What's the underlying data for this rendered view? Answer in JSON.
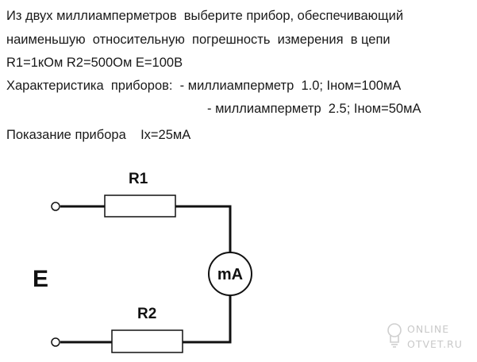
{
  "problem": {
    "line1": "Из двух миллиамперметров  выберите прибор, обеспечивающий",
    "line2": "наименьшую  относительную  погрешность  измерения  в цепи",
    "line3": "R1=1кОм R2=500Ом E=100В",
    "line4": "Характеристика  приборов:  - миллиамперметр  1.0; Iном=100мА",
    "line5": "- миллиамперметр  2.5; Iном=50мА",
    "line6": "Показание прибора    Ix=25мА"
  },
  "circuit": {
    "r1_label": "R1",
    "r2_label": "R2",
    "source_label": "E",
    "meter_label": "mA"
  },
  "watermark": {
    "line1": "ONLINE",
    "line2": "OTVET.RU"
  }
}
